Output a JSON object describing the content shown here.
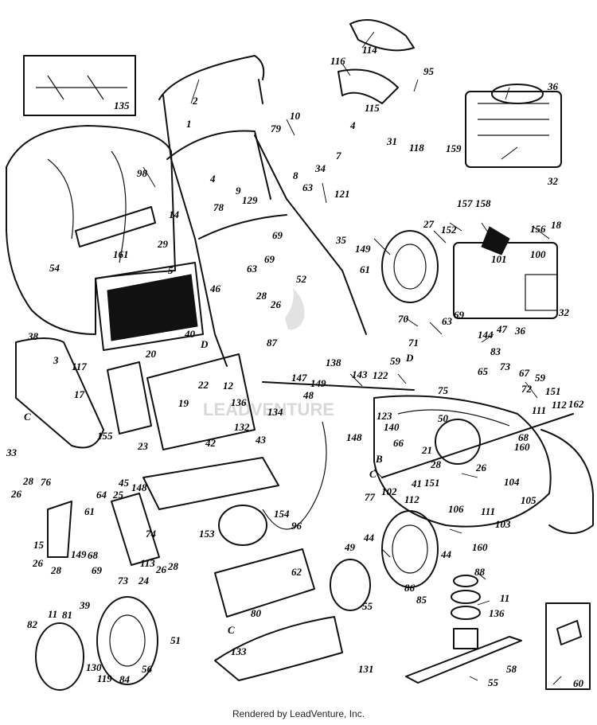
{
  "footer": "Rendered by LeadVenture, Inc.",
  "watermark": "LEADVENTURE",
  "part_labels": [
    "2",
    "114",
    "116",
    "95",
    "36",
    "115",
    "135",
    "1",
    "10",
    "4",
    "7",
    "79",
    "31",
    "118",
    "159",
    "32",
    "8",
    "34",
    "98",
    "9",
    "129",
    "4",
    "121",
    "63",
    "14",
    "78",
    "157",
    "158",
    "27",
    "152",
    "156",
    "18",
    "29",
    "161",
    "69",
    "35",
    "149",
    "101",
    "100",
    "54",
    "63",
    "69",
    "52",
    "61",
    "32",
    "5",
    "46",
    "28",
    "26",
    "70",
    "63",
    "69",
    "36",
    "38",
    "40",
    "87",
    "D",
    "3",
    "20",
    "144",
    "47",
    "83",
    "117",
    "71",
    "D",
    "65",
    "73",
    "67",
    "59",
    "122",
    "143",
    "138",
    "59",
    "22",
    "12",
    "48",
    "149",
    "147",
    "75",
    "72",
    "151",
    "162",
    "17",
    "19",
    "155",
    "134",
    "136",
    "123",
    "140",
    "50",
    "111",
    "112",
    "23",
    "132",
    "43",
    "148",
    "68",
    "160",
    "33",
    "C",
    "66",
    "B",
    "28",
    "42",
    "21",
    "151",
    "26",
    "76",
    "28",
    "45",
    "148",
    "25",
    "64",
    "C",
    "77",
    "102",
    "41",
    "112",
    "104",
    "105",
    "103",
    "111",
    "26",
    "154",
    "61",
    "153",
    "96",
    "15",
    "149",
    "68",
    "106",
    "160",
    "69",
    "74",
    "49",
    "44",
    "44",
    "26",
    "28",
    "73",
    "26",
    "28",
    "113",
    "86",
    "88",
    "24",
    "62",
    "85",
    "11",
    "55",
    "136",
    "81",
    "39",
    "80",
    "11",
    "82",
    "51",
    "C",
    "133",
    "131",
    "130",
    "119",
    "84",
    "56",
    "58",
    "55",
    "60"
  ]
}
